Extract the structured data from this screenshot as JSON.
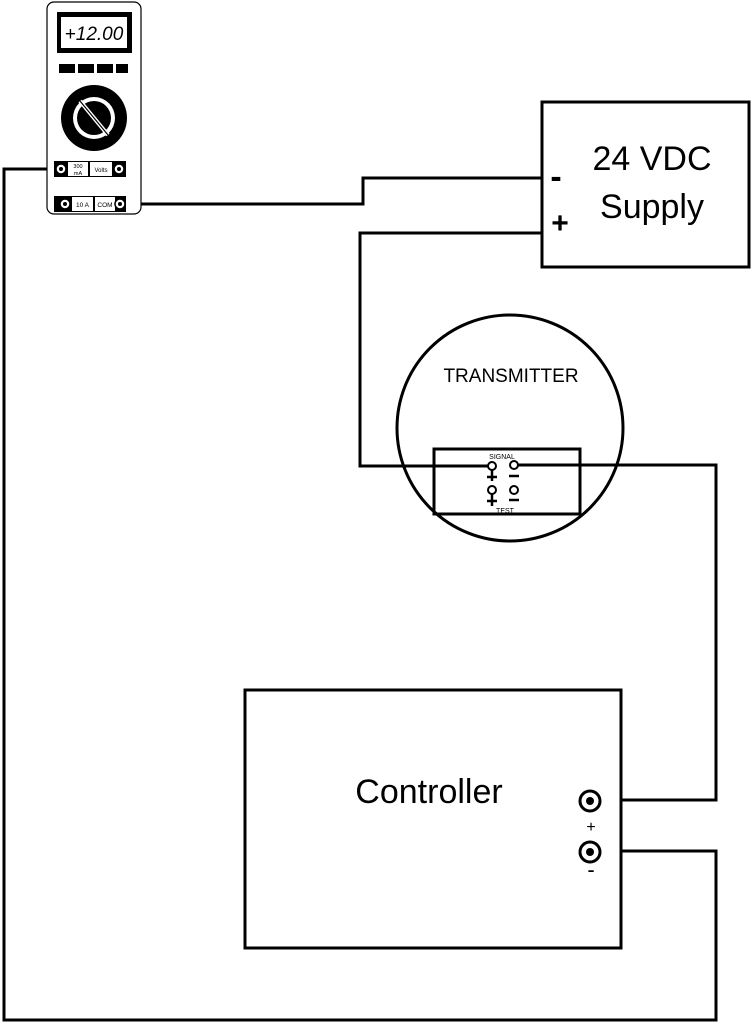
{
  "multimeter": {
    "display": "+12.00",
    "jack_ma_top": "300",
    "jack_ma_bottom": "mA",
    "jack_volts": "Volts",
    "jack_10a": "10 A",
    "jack_com": "COM"
  },
  "supply": {
    "line1": "24 VDC",
    "line2": "Supply",
    "minus": "-",
    "plus": "+"
  },
  "transmitter": {
    "title": "TRANSMITTER",
    "signal": "SIGNAL",
    "test": "TEST"
  },
  "controller": {
    "title": "Controller",
    "plus": "+",
    "minus": "-"
  }
}
